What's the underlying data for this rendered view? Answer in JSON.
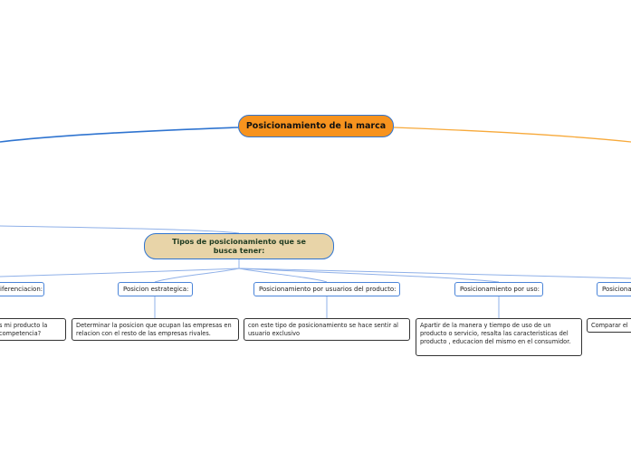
{
  "root": {
    "label": "Posicionamiento de la marca"
  },
  "main_topic": {
    "label": "Tipos de posicionamiento que se busca tener:"
  },
  "subtopics": [
    {
      "label": "iferenciacion:"
    },
    {
      "label": "Posicion estrategica:"
    },
    {
      "label": "Posicionamiento por usuarios del producto:"
    },
    {
      "label": "Posicionamiento por uso:"
    },
    {
      "label": "Posiciona"
    }
  ],
  "leaves": [
    {
      "text": "s mi producto la competencia?"
    },
    {
      "text": "Determinar la posicion que ocupan las empresas en relacion con el resto de las empresas rivales."
    },
    {
      "text": "con este tipo de posicionamiento se hace sentir al usuario exclusivo"
    },
    {
      "text": "Apartir de la manera y tiempo de uso de un producto o servicio, resalta las caracteristicas del producto , educacion del mismo en el consumidor."
    },
    {
      "text": "Comparar el"
    }
  ],
  "colors": {
    "root_fill": "#f7931e",
    "branch_left": "#2f74d0",
    "branch_right": "#f7a93a",
    "main_topic_fill": "#e8d4a8",
    "sub_link": "#8fb0e8"
  }
}
